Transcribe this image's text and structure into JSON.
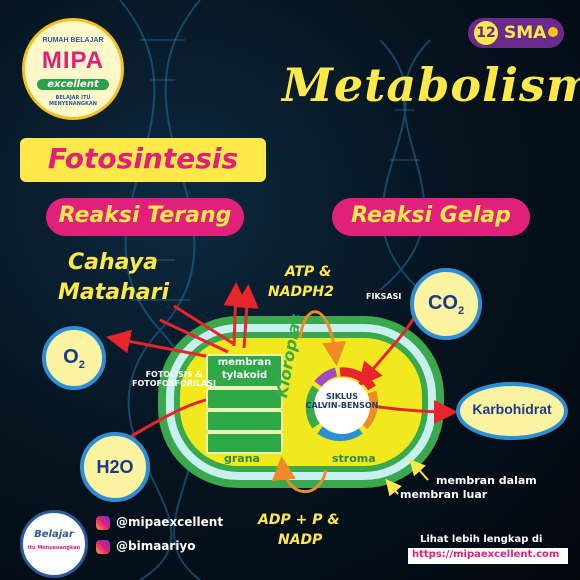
{
  "logo": {
    "top": "RUMAH BELAJAR",
    "main": "MIPA",
    "sub": "excellent",
    "tagline": "BELAJAR ITU MENYENANGKAN"
  },
  "badge": {
    "number": "12",
    "level": "SMA"
  },
  "title": "Metabolisme",
  "topic": "Fotosintesis",
  "sections": {
    "light": "Reaksi Terang",
    "dark": "Reaksi Gelap"
  },
  "labels": {
    "sunlight": [
      "Cahaya",
      "Matahari"
    ],
    "o2_main": "O",
    "o2_sub": "2",
    "h2o": "H2O",
    "co2_main": "CO",
    "co2_sub": "2",
    "carbohydrate": "Karbohidrat",
    "fixation": "FIKSASI",
    "atp_top": [
      "ATP &",
      "NADPH2"
    ],
    "adp_bottom": [
      "ADP + P &",
      "NADP"
    ],
    "thylakoid": [
      "membran",
      "tylakoid"
    ],
    "photolysis": [
      "FOTOLISIS &",
      "FOTOFOSFORILASI"
    ],
    "chloroplast": "Kloroplas",
    "calvin": [
      "SIKLUS",
      "CALVIN-BENSON"
    ],
    "grana": "grana",
    "stroma": "stroma",
    "inner_membrane": "membran dalam",
    "outer_membrane": "membran luar"
  },
  "social": {
    "instagram1": "@mipaexcellent",
    "instagram2": "@bimaariyo"
  },
  "footer": {
    "more": "Lihat lebih lengkap di",
    "url": "https://mipaexcellent.com"
  },
  "bottom_logo": {
    "line1": "Belajar",
    "line2": "Itu Menyenangkan"
  },
  "colors": {
    "yellow": "#ffe94a",
    "pink": "#e0207a",
    "red": "#e8242c",
    "orange": "#f08a24",
    "green": "#3aa84c",
    "blue": "#2c8fd6"
  }
}
